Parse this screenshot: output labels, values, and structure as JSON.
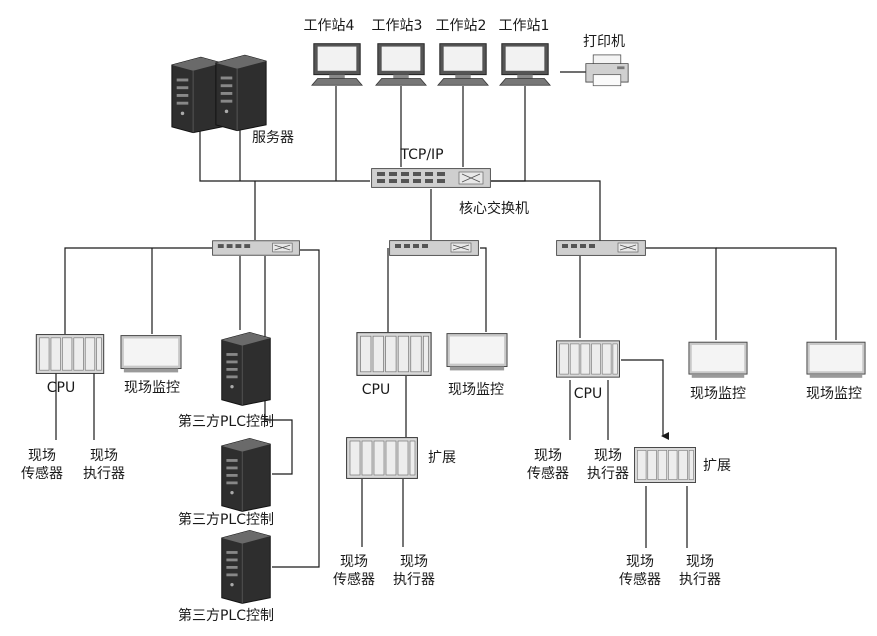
{
  "workstations": [
    "工作站4",
    "工作站3",
    "工作站2",
    "工作站1"
  ],
  "printer_label": "打印机",
  "server_label": "服务器",
  "protocol_label": "TCP/IP",
  "core_switch_label": "核心交换机",
  "cpu_label": "CPU",
  "monitor_label": "现场监控",
  "sensor_label_l1": "现场",
  "sensor_label_l2": "传感器",
  "actuator_label_l1": "现场",
  "actuator_label_l2": "执行器",
  "expansion_label": "扩展",
  "third_party_plc_label": "第三方PLC控制",
  "colors": {
    "line": "#1a1a1a",
    "device_fill": "#d9d9d9",
    "server_dark": "#3a3a3a",
    "screen": "#f2f2f2"
  }
}
